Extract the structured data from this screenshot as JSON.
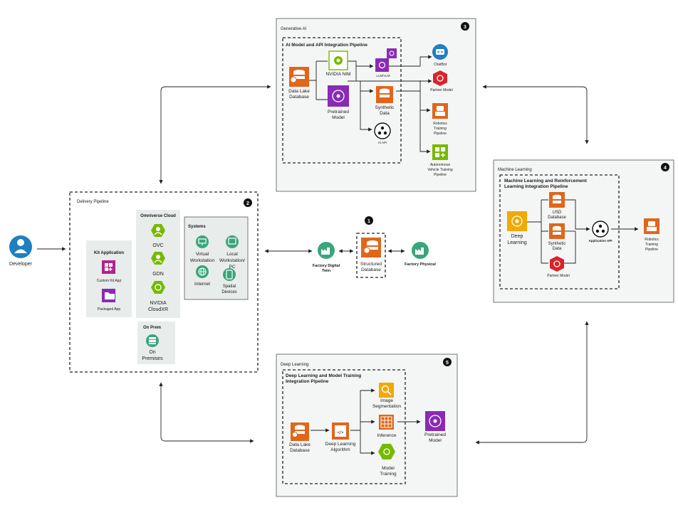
{
  "developer": {
    "label": "Developer"
  },
  "delivery": {
    "title": "Delivery Pipeline",
    "badge": "2",
    "kit": {
      "title": "Kit Application",
      "custom": "Custom Kit App",
      "packaged": "Packaged App"
    },
    "omniverse": {
      "title": "Omniverse Cloud",
      "ovc": "OVC",
      "gdn": "GDN",
      "cloudxr_1": "NVIDIA",
      "cloudxr_2": "CloudXR"
    },
    "onprem": {
      "title": "On Prem",
      "item_1": "On",
      "item_2": "Premises"
    },
    "systems": {
      "title": "Systems",
      "virtual_1": "Virtual",
      "virtual_2": "Workstation",
      "local_1": "Local",
      "local_2": "Workstation/",
      "local_3": "PC",
      "internet": "Internet",
      "spatial_1": "Spatial",
      "spatial_2": "Devices"
    }
  },
  "center": {
    "badge": "1",
    "twin_1": "Factory Digital",
    "twin_2": "Twin",
    "db_1": "Structured",
    "db_2": "Database",
    "physical": "Factory Physical"
  },
  "genai": {
    "title": "Generative AI",
    "badge": "3",
    "pipeline": "AI Model and API Integration Pipeline",
    "datalake_1": "Data Lake",
    "datalake_2": "Database",
    "nim": "NVIDIA NIM",
    "llm": "LLM/VLM",
    "pretrained_1": "Pretrained",
    "pretrained_2": "Model",
    "synthetic_1": "Synthetic",
    "synthetic_2": "Data",
    "aiapi": "AI API",
    "chatbot": "ChatBot",
    "partner": "Partner Model",
    "robotics_1": "Robotics",
    "robotics_2": "Training",
    "robotics_3": "Pipeline",
    "auto_1": "Autonomous",
    "auto_2": "Vehicle Training",
    "auto_3": "Pipeline"
  },
  "ml": {
    "title": "Machine Learning",
    "badge": "4",
    "pipeline_1": "Machine Learning and Reinforcement",
    "pipeline_2": "Learning Integration Pipeline",
    "deep_1": "Deep",
    "deep_2": "Learning",
    "usd_1": "USD",
    "usd_2": "Database",
    "synthetic_1": "Synthetic",
    "synthetic_2": "Data",
    "partner": "Partner Model",
    "appapi": "Application API",
    "robotics_1": "Robotics",
    "robotics_2": "Training",
    "robotics_3": "Pipeline"
  },
  "dl": {
    "title": "Deep Learning",
    "badge": "5",
    "pipeline_1": "Deep Learning and Model Training",
    "pipeline_2": "Integration Pipeline",
    "datalake_1": "Data Lake",
    "datalake_2": "Database",
    "algo_1": "Deep Learning",
    "algo_2": "Algorithm",
    "seg_1": "Image",
    "seg_2": "Segmentation",
    "inference": "Inference",
    "training_1": "Model",
    "training_2": "Training",
    "pretrained_1": "Pretrained",
    "pretrained_2": "Model"
  },
  "colors": {
    "orange": "#e0661c",
    "green": "#76b900",
    "purple": "#8a2bb4",
    "teal": "#3aa57a",
    "blue": "#1f7fc0",
    "red": "#d6252b",
    "magenta": "#b0238f"
  }
}
